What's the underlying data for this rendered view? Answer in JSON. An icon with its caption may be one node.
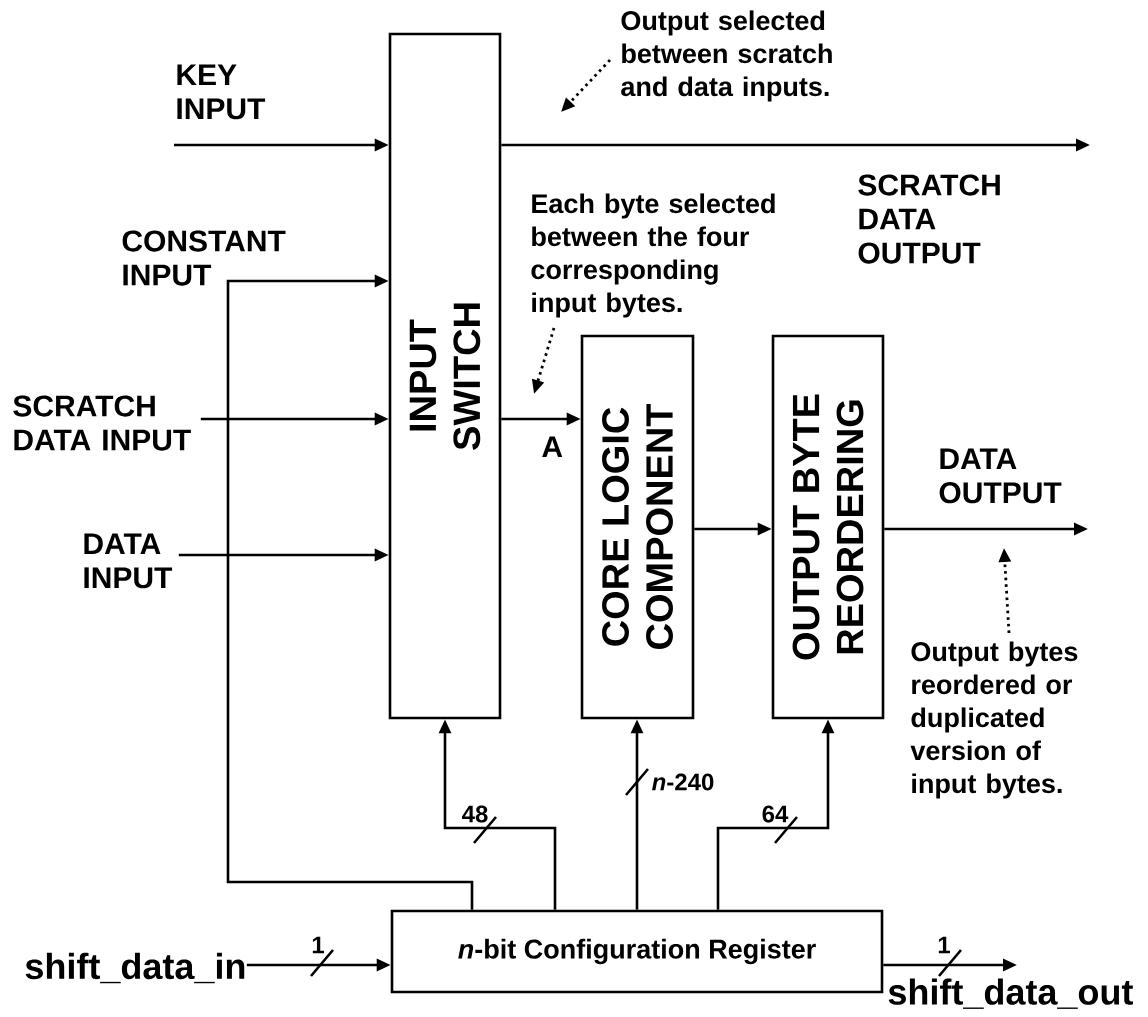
{
  "diagram": {
    "nodes": [
      {
        "text": [
          "INPUT SWITCH"
        ]
      },
      {
        "text": [
          "CORE LOGIC COMPONENT"
        ]
      },
      {
        "text": [
          "OUTPUT BYTE REORDERING"
        ]
      },
      {
        "text": [
          "*n*-bit Configuration Register"
        ]
      },
      {
        "text": [
          "SCRATCH DATA INPUT"
        ]
      },
      {
        "text": [
          "DATA INPUT"
        ]
      },
      {
        "text": [
          "shift_data_in"
        ]
      },
      {
        "text": [
          "Output selected between scratch and data inputs."
        ]
      },
      {
        "text": [
          "Each byte selected between the four corresponding input bytes."
        ]
      },
      {
        "text": [
          "Output bytes reordered or duplicated version of input bytes."
        ]
      },
      {
        "text": [
          "shift_data_out"
        ]
      }
    ],
    "edges": [
      {
        "from": null,
        "to": 0,
        "arrow": "to"
      },
      {
        "from": 3,
        "to": 0,
        "arrow": "to"
      },
      {
        "from": 4,
        "to": 0,
        "arrow": "to"
      },
      {
        "from": 5,
        "to": 0,
        "arrow": "to"
      },
      {
        "from": 0,
        "to": null,
        "arrow": "to"
      },
      {
        "from": 0,
        "to": 1,
        "arrow": "to"
      },
      {
        "from": 1,
        "to": 2,
        "arrow": "to"
      },
      {
        "from": 2,
        "to": null,
        "arrow": "to"
      },
      {
        "from": 3,
        "to": 0,
        "arrow": "to",
        "label": "48"
      },
      {
        "from": 3,
        "to": 1,
        "arrow": "to",
        "label": "*n*-240"
      },
      {
        "from": 3,
        "to": 2,
        "arrow": "to",
        "label": "64"
      },
      {
        "from": 6,
        "to": 3,
        "arrow": "to",
        "label": "1"
      },
      {
        "from": 3,
        "to": 10,
        "arrow": "to",
        "label": "1"
      },
      {
        "from": 7,
        "to": null,
        "arrow": "to",
        "style": "dashed"
      },
      {
        "from": 8,
        "to": null,
        "arrow": "to",
        "style": "dashed"
      },
      {
        "from": 9,
        "to": null,
        "arrow": "to",
        "style": "dashed"
      }
    ],
    "labels": [
      "KEY INPUT",
      "SCRATCH DATA OUTPUT",
      "CONSTANT INPUT",
      "A",
      "DATA OUTPUT"
    ]
  }
}
